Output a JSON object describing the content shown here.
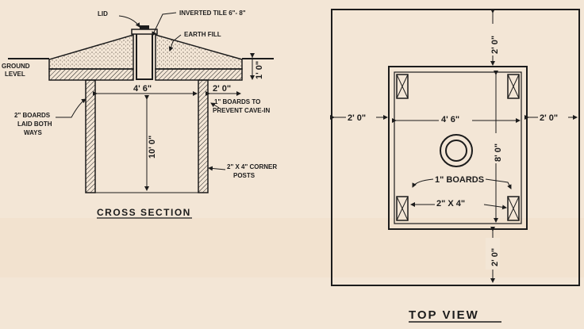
{
  "cross_section": {
    "title": "CROSS SECTION",
    "labels": {
      "lid": "LID",
      "inverted_tile": "INVERTED TILE 6\"- 8\"",
      "earth_fill": "EARTH FILL",
      "ground_level_1": "GROUND",
      "ground_level_2": "LEVEL",
      "boards_2in_1": "2\" BOARDS",
      "boards_2in_2": "LAID BOTH",
      "boards_2in_3": "WAYS",
      "boards_1in_1": "1\" BOARDS TO",
      "boards_1in_2": "PREVENT CAVE-IN",
      "corner_posts_1": "2\" X 4\" CORNER",
      "corner_posts_2": "POSTS"
    },
    "dimensions": {
      "fill_height": "1' 0\"",
      "width": "4' 6\"",
      "overhang": "2' 0\"",
      "depth": "10' 0\""
    }
  },
  "top_view": {
    "title": "TOP VIEW",
    "dimensions": {
      "top": "2' 0\"",
      "bottom": "2' 0\"",
      "left": "2' 0\"",
      "right": "2' 0\"",
      "width": "4' 6\"",
      "length": "8' 0\""
    },
    "labels": {
      "boards": "1\" BOARDS",
      "posts": "2\" X 4\""
    }
  },
  "colors": {
    "paper": "#f3e6d6",
    "ink": "#1c1c1c",
    "fill": "#e4d3bf"
  }
}
